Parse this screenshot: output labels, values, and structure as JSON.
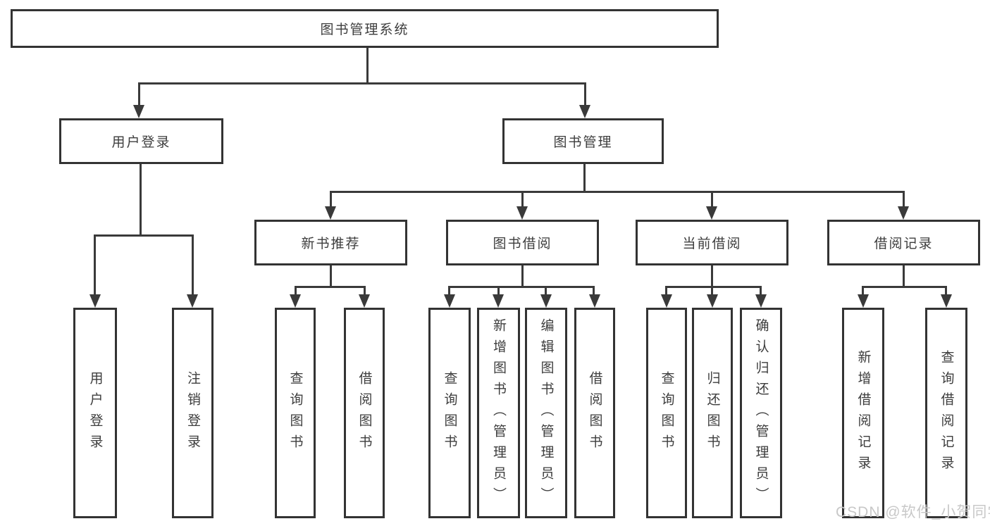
{
  "diagram": {
    "title": "图书管理系统",
    "level2": [
      "用户登录",
      "图书管理"
    ],
    "level3": [
      "新书推荐",
      "图书借阅",
      "当前借阅",
      "借阅记录"
    ],
    "leaves": {
      "user_login": [
        "用户登录",
        "注销登录"
      ],
      "new_book_recommend": [
        "查询图书",
        "借阅图书"
      ],
      "book_borrow": [
        "查询图书",
        "新增图书（管理员）",
        "编辑图书（管理员）",
        "借阅图书"
      ],
      "current_borrow": [
        "查询图书",
        "归还图书",
        "确认归还（管理员）"
      ],
      "borrow_records": [
        "新增借阅记录",
        "查询借阅记录"
      ]
    }
  },
  "watermark": "CSDN @软件_小贺同学",
  "colors": {
    "line": "#3a3a3a",
    "box_border": "#333333",
    "text": "#3d3d3d",
    "watermark": "#c8c8c8",
    "background": "#ffffff"
  }
}
